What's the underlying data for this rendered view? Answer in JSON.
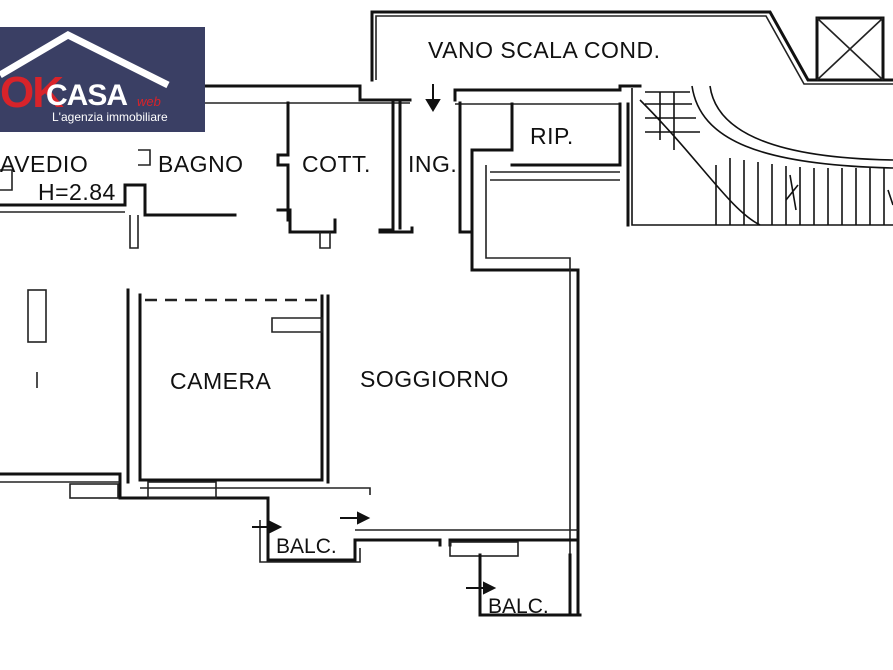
{
  "logo": {
    "brand_ok": "OK",
    "brand_casa": "CASA",
    "brand_web": "web",
    "tagline": "L'agenzia immobiliare",
    "colors": {
      "background": "#3a3f64",
      "accent": "#d8232a",
      "text": "#ffffff"
    }
  },
  "rooms": {
    "stairwell": "VANO SCALA COND.",
    "storage": "RIP.",
    "lightwell": "AVEDIO",
    "ceiling_height": "H=2.84",
    "bathroom": "BAGNO",
    "kitchenette": "COTT.",
    "entrance": "ING.",
    "bedroom": "CAMERA",
    "living_room": "SOGGIORNO",
    "balcony_1": "BALC.",
    "balcony_2": "BALC."
  }
}
